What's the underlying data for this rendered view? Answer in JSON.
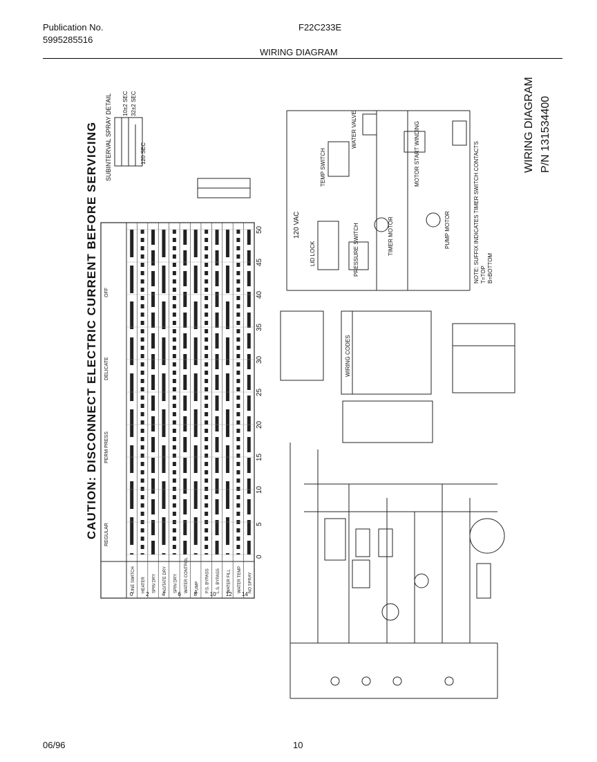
{
  "header": {
    "publication_label": "Publication No.",
    "publication_number": "5995285516",
    "model": "F22C233E",
    "page_title": "WIRING DIAGRAM"
  },
  "footer": {
    "date": "06/96",
    "page": "10"
  },
  "caution": "CAUTION: DISCONNECT ELECTRIC CURRENT BEFORE SERVICING",
  "side_title": {
    "line1": "WIRING DIAGRAM",
    "line2": "P/N 131534400"
  },
  "spray_detail": {
    "title": "SUBINTERVAL SPRAY DETAIL",
    "timings": [
      "10±2 SEC",
      "32±2 SEC",
      "120 SEC"
    ]
  },
  "schematic": {
    "voltage": "120 VAC",
    "components": [
      "WATER VALVE",
      "MOTOR START WINDING",
      "TEMP SWITCH",
      "LID LOCK",
      "PRESSURE SWITCH",
      "TIMER MOTOR",
      "PUMP MOTOR"
    ],
    "note_lines": [
      "NOTE: SUFFIX INDICATES TIMER SWITCH CONTACTS",
      "T=TOP",
      "B=BOTTOM"
    ]
  },
  "wiring_codes_title": "WIRING CODES",
  "timer_chart": {
    "ticks": [
      "0",
      "5",
      "10",
      "15",
      "20",
      "25",
      "30",
      "35",
      "40",
      "45",
      "50"
    ],
    "cycles": [
      "REGULAR",
      "PERM PRESS",
      "DELICATE",
      "OFF"
    ],
    "circuits": [
      "LINE SWITCH",
      "HEATER",
      "SPIN DRY",
      "AGITATE DRY",
      "SPIN DRY",
      "WATER CONTROL",
      "PUMP",
      "P.S. BYPASS",
      "L.S. BYPASS",
      "WATER FILL",
      "WATER TEMP",
      "NO SPRAY"
    ],
    "row_numbers": [
      "0",
      "2",
      "4",
      "6",
      "8",
      "10",
      "12",
      "14"
    ]
  }
}
